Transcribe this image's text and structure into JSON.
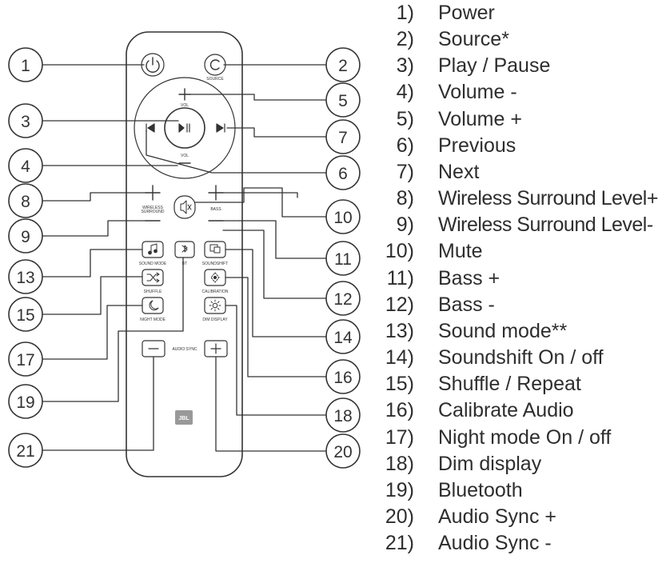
{
  "remote": {
    "source_label": "SOURCE",
    "vol_label_top": "VOL",
    "vol_label_bottom": "VOL",
    "wireless_line1": "WIRELESS",
    "wireless_line2": "SURROUND",
    "bass_label": "BASS",
    "sound_mode_label": "SOUND MODE",
    "bt_label": "BT",
    "soundshift_label": "SOUNDSHIFT",
    "shuffle_label": "SHUFFLE",
    "calibration_label": "CALIBRATION",
    "night_mode_label": "NIGHT MODE",
    "dim_display_label": "DIM DISPLAY",
    "audio_sync_label": "AUDIO SYNC",
    "brand": "JBL"
  },
  "callouts": [
    "1",
    "2",
    "3",
    "4",
    "5",
    "6",
    "7",
    "8",
    "9",
    "10",
    "11",
    "12",
    "13",
    "14",
    "15",
    "16",
    "17",
    "18",
    "19",
    "20",
    "21"
  ],
  "legend": [
    {
      "num": "1)",
      "text": "Power"
    },
    {
      "num": "2)",
      "text": "Source*"
    },
    {
      "num": "3)",
      "text": "Play / Pause"
    },
    {
      "num": "4)",
      "text": "Volume -"
    },
    {
      "num": "5)",
      "text": "Volume +"
    },
    {
      "num": "6)",
      "text": "Previous"
    },
    {
      "num": "7)",
      "text": "Next"
    },
    {
      "num": "8)",
      "text": "Wireless Surround Level+"
    },
    {
      "num": "9)",
      "text": "Wireless Surround Level-"
    },
    {
      "num": "10)",
      "text": "Mute"
    },
    {
      "num": "11)",
      "text": "Bass +"
    },
    {
      "num": "12)",
      "text": "Bass -"
    },
    {
      "num": "13)",
      "text": "Sound mode**"
    },
    {
      "num": "14)",
      "text": "Soundshift On / off"
    },
    {
      "num": "15)",
      "text": "Shuffle / Repeat"
    },
    {
      "num": "16)",
      "text": "Calibrate Audio"
    },
    {
      "num": "17)",
      "text": "Night mode On / off"
    },
    {
      "num": "18)",
      "text": "Dim display"
    },
    {
      "num": "19)",
      "text": "Bluetooth"
    },
    {
      "num": "20)",
      "text": "Audio Sync +"
    },
    {
      "num": "21)",
      "text": "Audio Sync -"
    }
  ]
}
